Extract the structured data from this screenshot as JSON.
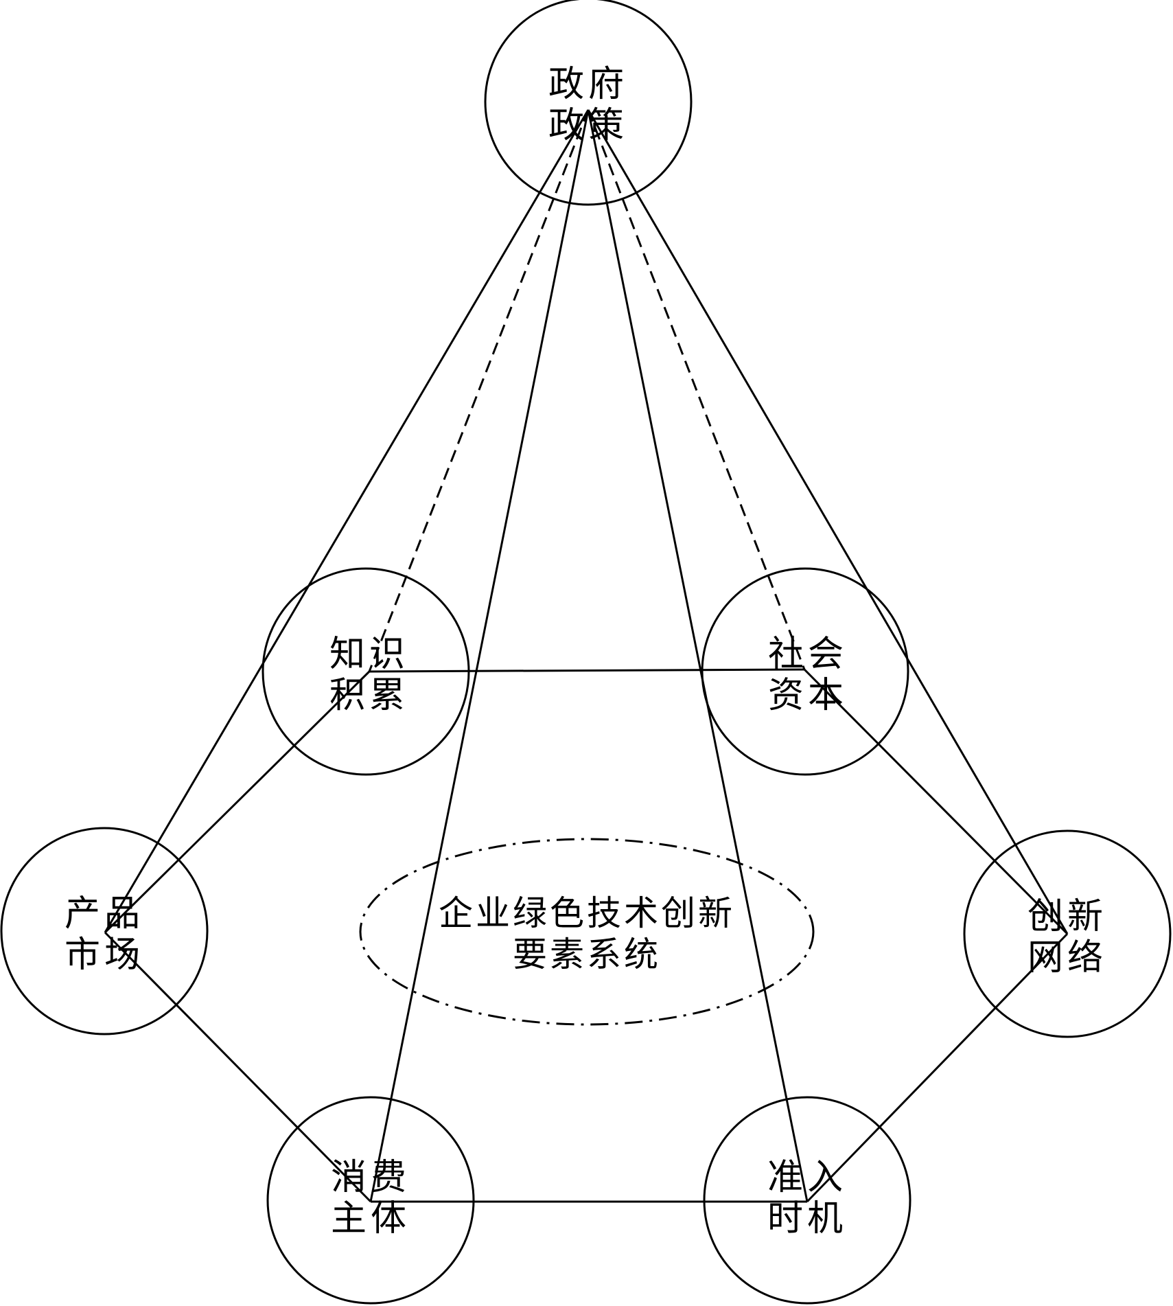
{
  "colors": {
    "stroke": "#000000",
    "background": "#ffffff"
  },
  "nodes": {
    "gov": {
      "lines": [
        "政府",
        "政策"
      ]
    },
    "kno": {
      "lines": [
        "知识",
        "积累"
      ]
    },
    "soc": {
      "lines": [
        "社会",
        "资本"
      ]
    },
    "pro": {
      "lines": [
        "产品",
        "市场"
      ]
    },
    "inn": {
      "lines": [
        "创新",
        "网络"
      ]
    },
    "con": {
      "lines": [
        "消费",
        "主体"
      ]
    },
    "acc": {
      "lines": [
        "准入",
        "时机"
      ]
    }
  },
  "center": {
    "lines": [
      "企业绿色技术创新",
      "要素系统"
    ]
  },
  "edges": [
    {
      "from": "gov",
      "to": "pro",
      "style": "solid"
    },
    {
      "from": "gov",
      "to": "kno",
      "style": "dashed"
    },
    {
      "from": "gov",
      "to": "con",
      "style": "solid"
    },
    {
      "from": "gov",
      "to": "acc",
      "style": "solid"
    },
    {
      "from": "gov",
      "to": "soc",
      "style": "dashed"
    },
    {
      "from": "gov",
      "to": "inn",
      "style": "solid"
    },
    {
      "from": "kno",
      "to": "soc",
      "style": "solid"
    },
    {
      "from": "soc",
      "to": "inn",
      "style": "solid"
    },
    {
      "from": "inn",
      "to": "acc",
      "style": "solid"
    },
    {
      "from": "acc",
      "to": "con",
      "style": "solid"
    },
    {
      "from": "con",
      "to": "pro",
      "style": "solid"
    },
    {
      "from": "pro",
      "to": "kno",
      "style": "solid"
    }
  ]
}
